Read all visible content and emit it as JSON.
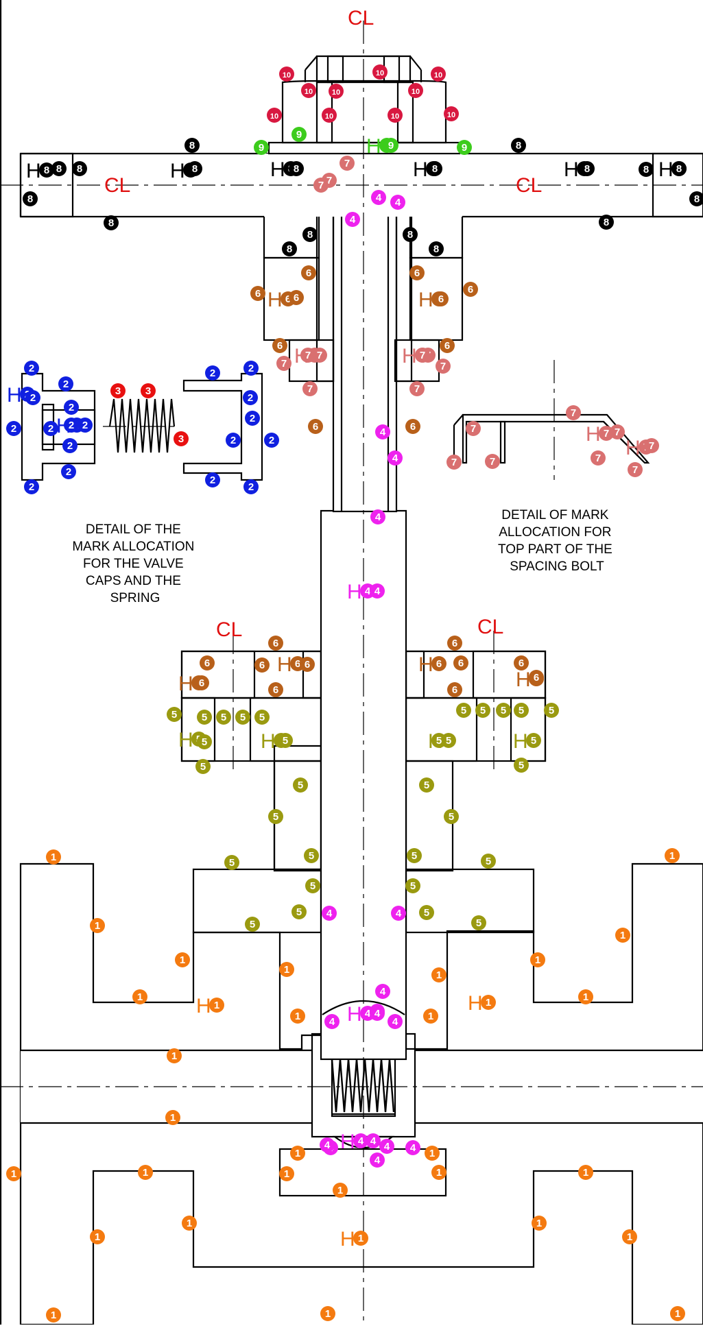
{
  "centerline_label": "CL",
  "hold_symbol": "H",
  "notes": {
    "valve_caps": [
      "DETAIL OF THE",
      "MARK ALLOCATION",
      "FOR THE VALVE",
      "CAPS AND THE",
      "SPRING"
    ],
    "spacing_bolt": [
      "DETAIL OF MARK",
      "ALLOCATION FOR",
      "TOP PART OF THE",
      "SPACING BOLT"
    ]
  },
  "mark_colors": {
    "1": "#f47a10",
    "2": "#1020e0",
    "3": "#e81010",
    "4": "#ee22ee",
    "5": "#9a9a10",
    "6": "#b8601a",
    "7": "#d97070",
    "8": "#000000",
    "9": "#3ccc1c",
    "10": "#d81840"
  },
  "marks": [
    "10",
    "10",
    "10",
    "10",
    "10",
    "10",
    "10",
    "10",
    "10",
    "10",
    "8",
    "8",
    "8",
    "8",
    "8",
    "8",
    "8",
    "8",
    "8",
    "8",
    "8",
    "8",
    "8",
    "8",
    "8",
    "8",
    "8",
    "8",
    "9",
    "9",
    "9",
    "9",
    "7",
    "7",
    "7",
    "7",
    "7",
    "7",
    "7",
    "7",
    "7",
    "7",
    "7",
    "7",
    "7",
    "7",
    "7",
    "7",
    "7",
    "7",
    "7",
    "4",
    "4",
    "4",
    "4",
    "4",
    "4",
    "4",
    "4",
    "4",
    "4",
    "4",
    "4",
    "4",
    "4",
    "4",
    "4",
    "4",
    "4",
    "4",
    "4",
    "6",
    "6",
    "6",
    "6",
    "6",
    "6",
    "6",
    "6",
    "6",
    "6",
    "6",
    "6",
    "6",
    "6",
    "6",
    "6",
    "6",
    "6",
    "6",
    "6",
    "6",
    "6",
    "2",
    "2",
    "2",
    "2",
    "2",
    "2",
    "2",
    "2",
    "2",
    "2",
    "2",
    "2",
    "2",
    "2",
    "2",
    "2",
    "2",
    "2",
    "2",
    "3",
    "3",
    "3",
    "5",
    "5",
    "5",
    "5",
    "5",
    "5",
    "5",
    "5",
    "5",
    "5",
    "5",
    "5",
    "5",
    "5",
    "5",
    "5",
    "5",
    "5",
    "5",
    "5",
    "5",
    "5",
    "5",
    "5",
    "5",
    "5",
    "5",
    "5",
    "5",
    "1",
    "1",
    "1",
    "1",
    "1",
    "1",
    "1",
    "1",
    "1",
    "1",
    "1",
    "1",
    "1",
    "1",
    "1",
    "1",
    "1",
    "1",
    "1",
    "1",
    "1",
    "1",
    "1",
    "1",
    "1",
    "1",
    "1",
    "1",
    "1"
  ],
  "hold_points": [
    "8",
    "8",
    "8",
    "8",
    "8",
    "8",
    "9",
    "6",
    "6",
    "7",
    "7",
    "2",
    "2",
    "7",
    "7",
    "4",
    "6",
    "6",
    "6",
    "6",
    "5",
    "5",
    "5",
    "5",
    "1",
    "1",
    "4",
    "4",
    "1"
  ]
}
